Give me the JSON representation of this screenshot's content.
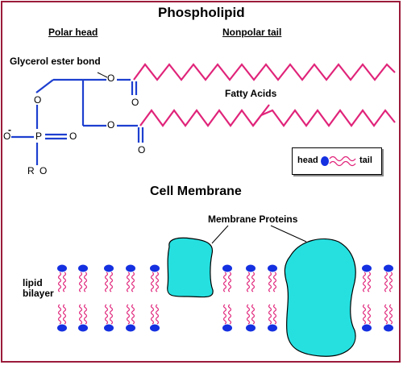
{
  "title": "Phospholipid",
  "polar_head_label": "Polar head",
  "nonpolar_tail_label": "Nonpolar tail",
  "glycerol_label": "Glycerol ester bond",
  "fatty_acids_label": "Fatty Acids",
  "atoms": {
    "o": "O",
    "p": "P",
    "r": "R",
    "minus": "-"
  },
  "legend": {
    "head": "head",
    "tail": "tail"
  },
  "membrane_title": "Cell Membrane",
  "membrane_proteins_label": "Membrane Proteins",
  "lipid_bilayer_label": "lipid\nbilayer",
  "colors": {
    "frame": "#9b1b3a",
    "glycerol_bonds": "#1d3fd0",
    "fatty_acid_chain": "#e0247a",
    "lipid_head": "#1530e0",
    "protein_fill": "#26e0e0"
  }
}
